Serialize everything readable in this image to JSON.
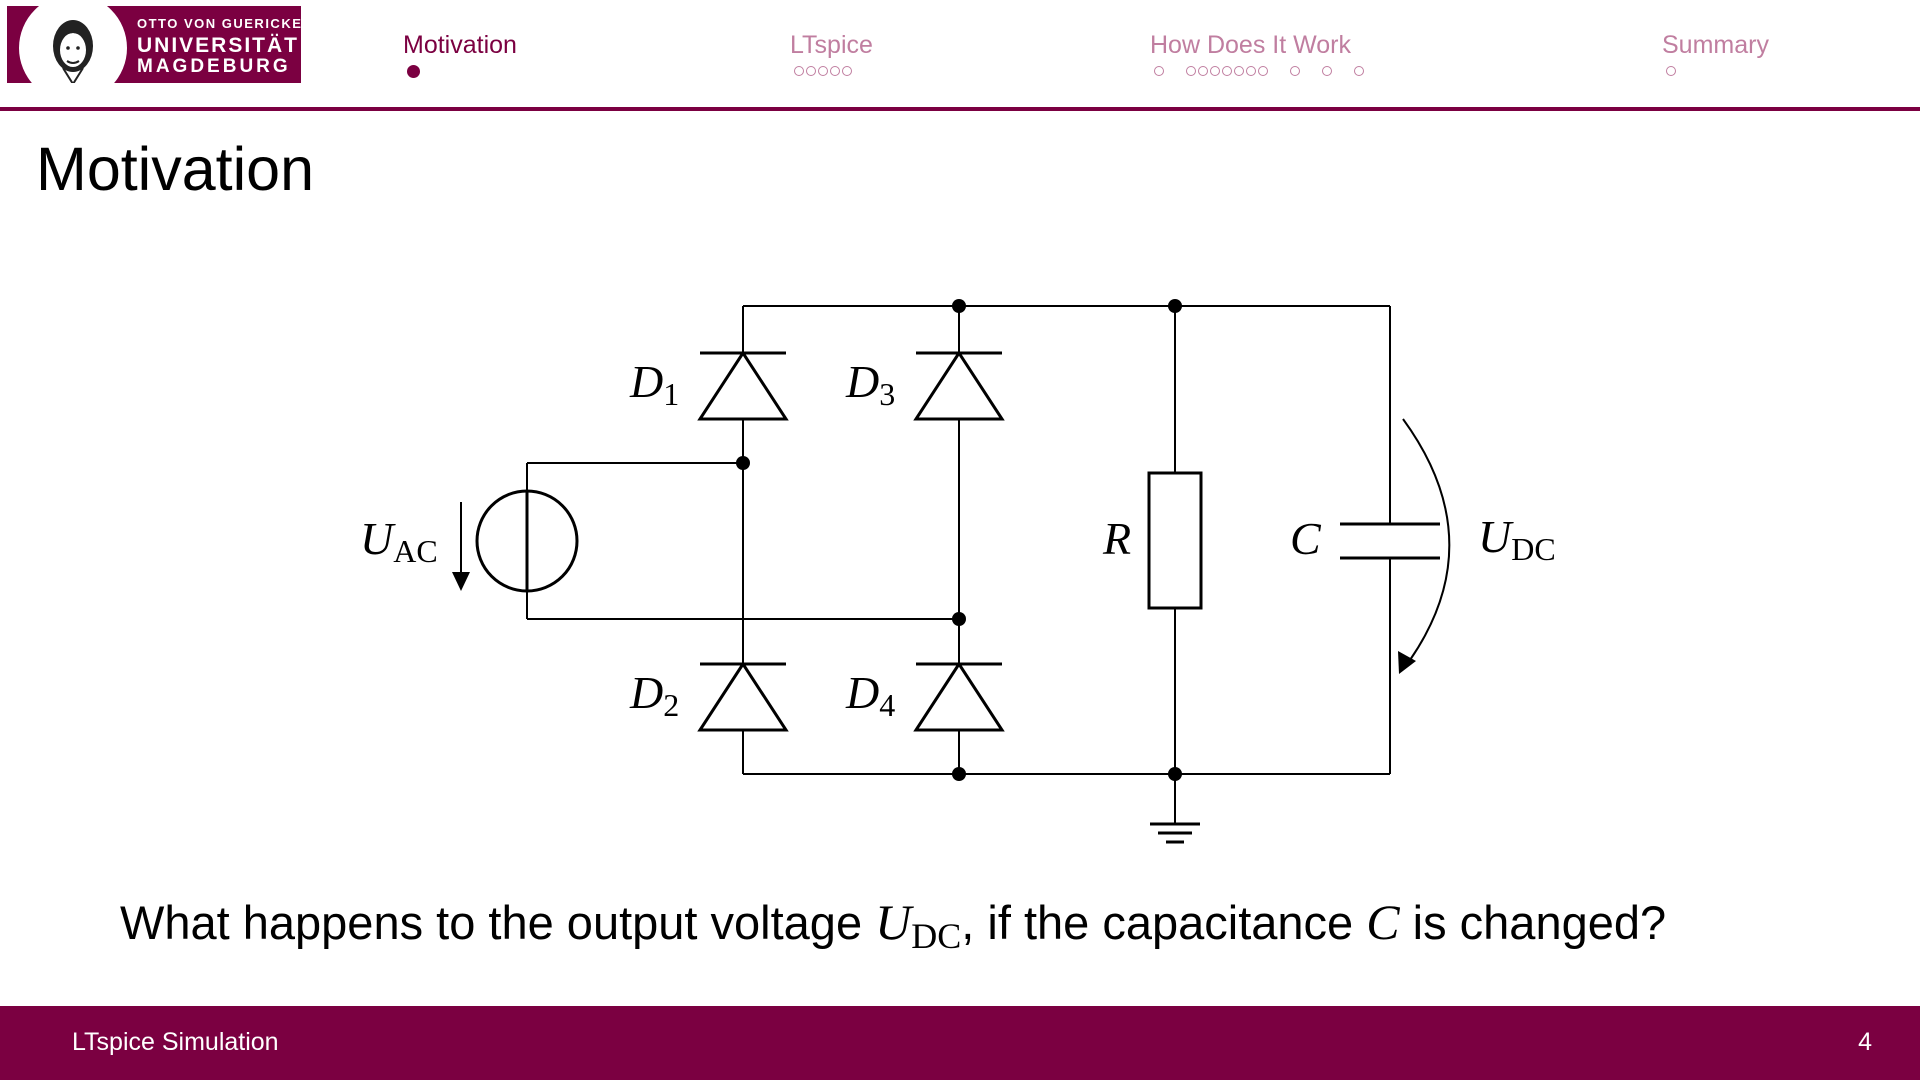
{
  "header": {
    "logo": {
      "line1": "OTTO VON GUERICKE",
      "line2": "UNIVERSITÄT",
      "line3": "MAGDEBURG"
    },
    "sections": [
      {
        "label": "Motivation",
        "active": true
      },
      {
        "label": "LTspice",
        "active": false
      },
      {
        "label": "How Does It Work",
        "active": false
      },
      {
        "label": "Summary",
        "active": false
      }
    ]
  },
  "slide": {
    "title": "Motivation",
    "question": {
      "part1": "What happens to the output voltage ",
      "var1": "U",
      "var1_sub": "DC",
      "part2": ", if the capacitance ",
      "var2": "C",
      "part3": " is changed?"
    }
  },
  "circuit": {
    "labels": {
      "d1": "D",
      "d1_sub": "1",
      "d2": "D",
      "d2_sub": "2",
      "d3": "D",
      "d3_sub": "3",
      "d4": "D",
      "d4_sub": "4",
      "uac": "U",
      "uac_sub": "AC",
      "r": "R",
      "c": "C",
      "udc": "U",
      "udc_sub": "DC"
    }
  },
  "footer": {
    "title": "LTspice Simulation",
    "page": "4"
  },
  "colors": {
    "accent": "#7b0041",
    "inactive_nav": "#c07ea0"
  }
}
